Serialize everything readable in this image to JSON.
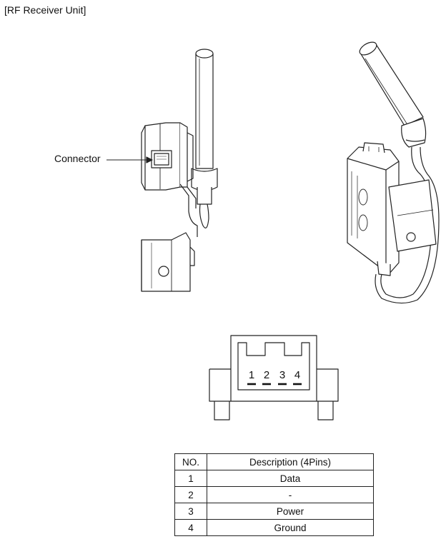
{
  "title": "[RF Receiver Unit]",
  "callout": {
    "connector_label": "Connector"
  },
  "pinout": {
    "labels": [
      "1",
      "2",
      "3",
      "4"
    ]
  },
  "table": {
    "headers": [
      "NO.",
      "Description (4Pins)"
    ],
    "rows": [
      {
        "no": "1",
        "description": "Data"
      },
      {
        "no": "2",
        "description": "-"
      },
      {
        "no": "3",
        "description": "Power"
      },
      {
        "no": "4",
        "description": "Ground"
      }
    ]
  }
}
